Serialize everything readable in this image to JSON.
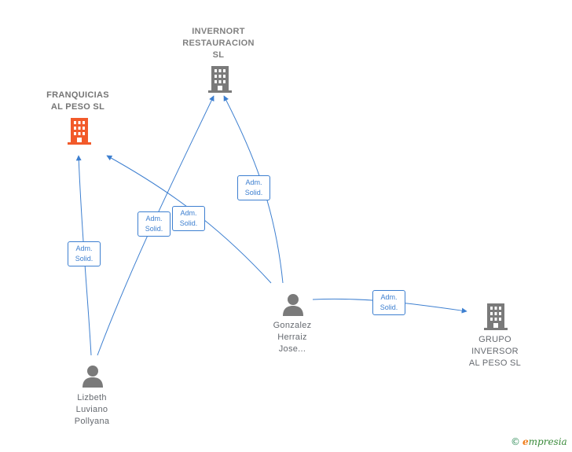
{
  "colors": {
    "edge": "#3d7fd0",
    "company_icon": "#7a7a7a",
    "highlight_icon": "#f25a2a",
    "person_icon": "#7a7a7a"
  },
  "nodes": {
    "invernort": {
      "label_lines": [
        "INVERNORT",
        "RESTAURACION",
        "SL"
      ],
      "icon": "building-icon"
    },
    "franquicias": {
      "label_lines": [
        "FRANQUICIAS",
        "AL PESO  SL"
      ],
      "icon": "building-icon"
    },
    "grupo": {
      "label_lines": [
        "GRUPO",
        "INVERSOR",
        "AL PESO  SL"
      ],
      "icon": "building-icon"
    },
    "gonzalez": {
      "label_lines": [
        "Gonzalez",
        "Herraiz",
        "Jose..."
      ],
      "icon": "person-icon"
    },
    "lizbeth": {
      "label_lines": [
        "Lizbeth",
        "Luviano",
        "Pollyana"
      ],
      "icon": "person-icon"
    }
  },
  "edges": [
    {
      "id": "lizbeth-franquicias",
      "badge": [
        "Adm.",
        "Solid."
      ]
    },
    {
      "id": "lizbeth-invernort",
      "badge": [
        "Adm.",
        "Solid."
      ]
    },
    {
      "id": "gonzalez-franquicias",
      "badge": [
        "Adm.",
        "Solid."
      ]
    },
    {
      "id": "gonzalez-invernort",
      "badge": [
        "Adm.",
        "Solid."
      ]
    },
    {
      "id": "gonzalez-grupo",
      "badge": [
        "Adm.",
        "Solid."
      ]
    }
  ],
  "footer": {
    "copyright": "©",
    "brand_initial": "e",
    "brand_rest": "mpresia"
  }
}
